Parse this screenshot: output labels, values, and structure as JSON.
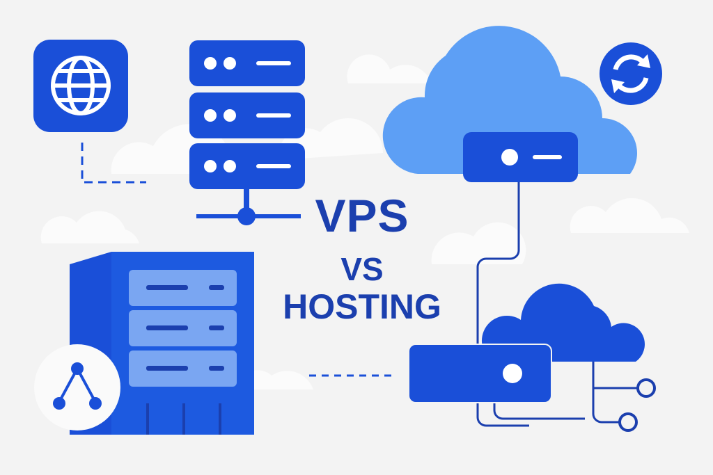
{
  "title": {
    "line1": "VPS",
    "line2": "VS",
    "line3": "HOSTING"
  },
  "colors": {
    "background": "#f3f3f3",
    "primary": "#1a4fd8",
    "light_cloud": "#5d9ff5",
    "text": "#1b3fae",
    "panel": "#7aa6f2",
    "faint_cloud": "#fafafa"
  },
  "icons": [
    "globe-icon",
    "server-stack-icon",
    "cloud-icon",
    "sync-icon",
    "server-tower-icon",
    "network-icon",
    "cloud-server-icon"
  ]
}
